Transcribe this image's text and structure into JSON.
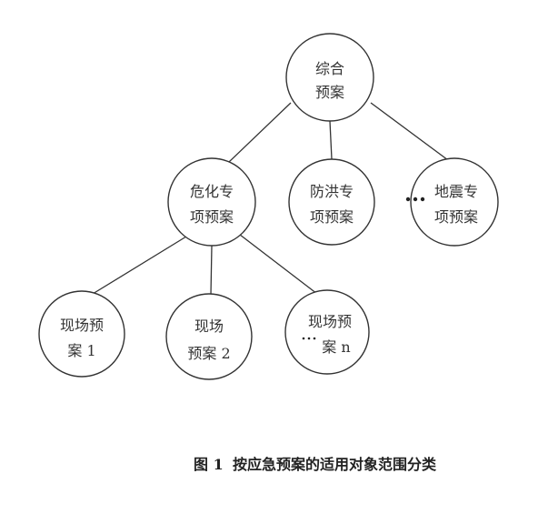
{
  "diagram": {
    "root": {
      "line1": "综合",
      "line2": "预案"
    },
    "level2": [
      {
        "line1": "危化专",
        "line2": "项预案"
      },
      {
        "line1": "防洪专",
        "line2": "项预案"
      },
      {
        "line1": "地震专",
        "line2": "项预案"
      }
    ],
    "level3": [
      {
        "line1": "现场预",
        "line2": "案 1"
      },
      {
        "line1": "现场",
        "line2": "预案 2"
      },
      {
        "line1": "现场预",
        "line2": "案 n"
      }
    ],
    "ellipsis": "…"
  },
  "caption": {
    "figure_number": "图 1",
    "title": "按应急预案的适用对象范围分类"
  }
}
